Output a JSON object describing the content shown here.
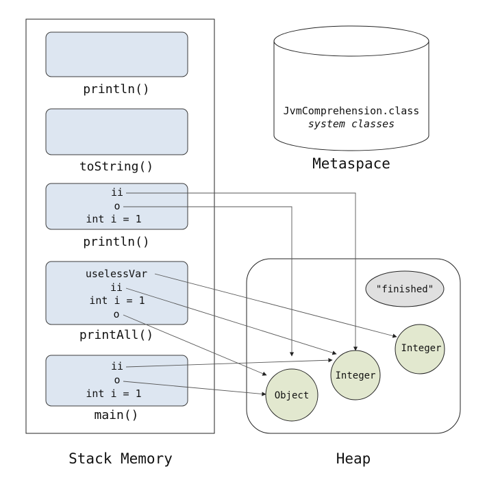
{
  "stack": {
    "label": "Stack Memory",
    "frames": [
      {
        "name": "println()",
        "vars": []
      },
      {
        "name": "toString()",
        "vars": []
      },
      {
        "name": "println()",
        "vars": [
          "ii",
          "o",
          "int i = 1"
        ]
      },
      {
        "name": "printAll()",
        "vars": [
          "uselessVar",
          "ii",
          "int i = 1",
          "o"
        ]
      },
      {
        "name": "main()",
        "vars": [
          "ii",
          "o",
          "int i = 1"
        ]
      }
    ]
  },
  "metaspace": {
    "label": "Metaspace",
    "lines": [
      "JvmComprehension.class",
      "system classes"
    ]
  },
  "heap": {
    "label": "Heap",
    "objects": [
      "\"finished\"",
      "Integer",
      "Integer",
      "Object"
    ]
  }
}
